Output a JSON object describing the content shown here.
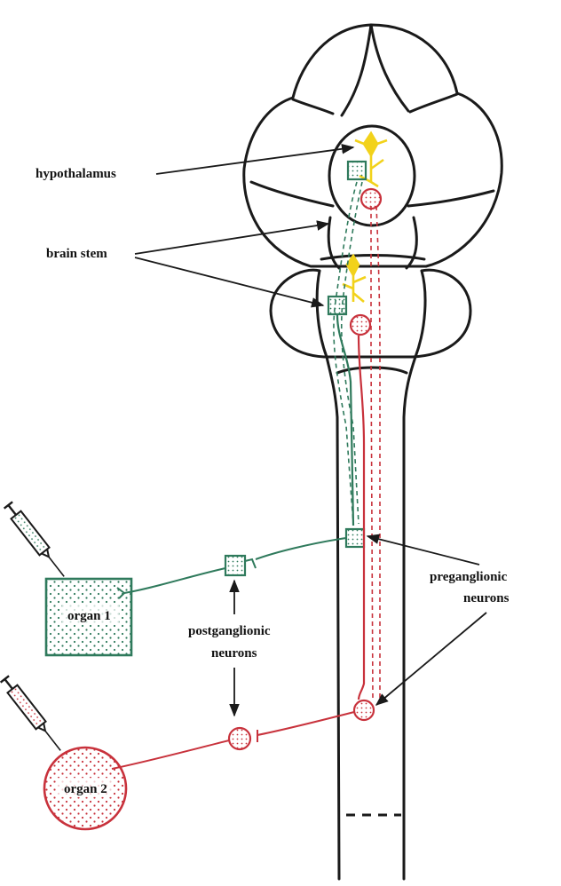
{
  "labels": {
    "hypothalamus": "hypothalamus",
    "brain_stem": "brain stem",
    "organ1": "organ 1",
    "organ2": "organ 2",
    "postganglionic_line1": "postganglionic",
    "postganglionic_line2": "neurons",
    "preganglionic_line1": "preganglionic",
    "preganglionic_line2": "neurons"
  },
  "colors": {
    "pathway_1": "#2f7a5c",
    "pathway_2": "#c8323c",
    "interneuron": "#f2d21b",
    "outline": "#1a1a1a"
  },
  "icons": [
    "syringe-icon",
    "syringe-icon"
  ]
}
